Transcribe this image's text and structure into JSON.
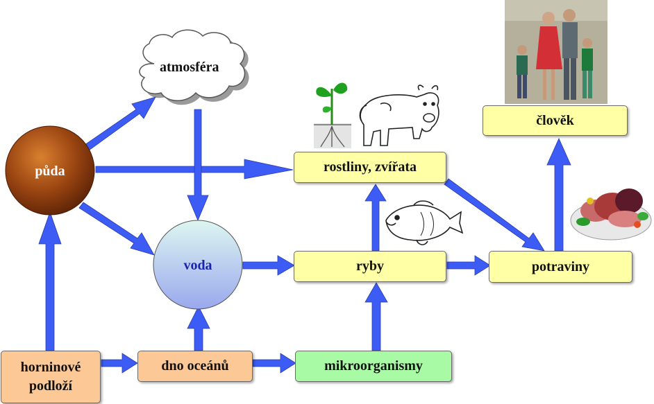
{
  "nodes": {
    "puda": "půda",
    "atmosfera": "atmosféra",
    "voda": "voda",
    "rostliny": "rostliny, zvířata",
    "ryby": "ryby",
    "potraviny": "potraviny",
    "clovek": "člověk",
    "horninove_line1": "horninové",
    "horninove_line2": "podloží",
    "dno": "dno oceánů",
    "mikro": "mikroorganismy"
  },
  "colors": {
    "arrow": "#3c5cf5",
    "box_yellow": "#ffffa6",
    "box_peach": "#fbc896",
    "box_green": "#a8fba4",
    "puda_fill": "#8a3a0e",
    "voda_fill": "#b8c8f2",
    "voda_text": "#1a23b0"
  },
  "icons": [
    "seedling-icon",
    "cow-icon",
    "fish-icon",
    "family-photo",
    "meat-platter-icon"
  ]
}
